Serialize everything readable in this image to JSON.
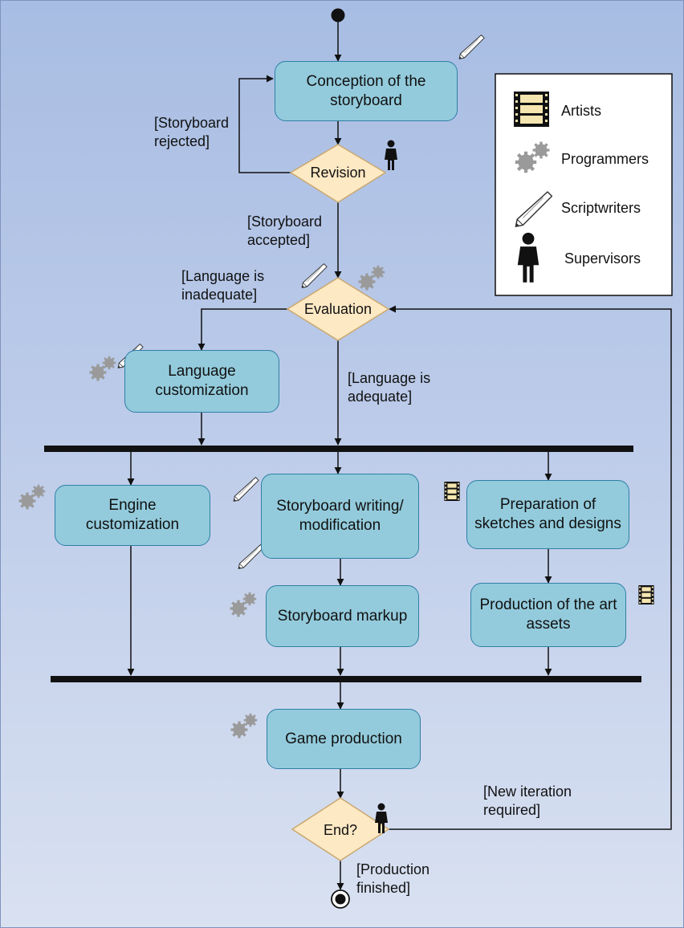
{
  "activities": {
    "conception": "Conception of the storyboard",
    "language_customization": "Language customization",
    "engine_customization": "Engine customization",
    "storyboard_writing": "Storyboard writing/ modification",
    "preparation_sketches": "Preparation of sketches and designs",
    "storyboard_markup": "Storyboard markup",
    "production_art": "Production of the art assets",
    "game_production": "Game production"
  },
  "decisions": {
    "revision": "Revision",
    "evaluation": "Evaluation",
    "end": "End?"
  },
  "guards": {
    "storyboard_rejected": "[Storyboard\nrejected]",
    "storyboard_accepted": "[Storyboard\naccepted]",
    "language_inadequate": "[Language is\ninadequate]",
    "language_adequate": "[Language is\nadequate]",
    "new_iteration": "[New iteration\nrequired]",
    "production_finished": "[Production\nfinished]"
  },
  "legend": {
    "artists": "Artists",
    "programmers": "Programmers",
    "scriptwriters": "Scriptwriters",
    "supervisors": "Supervisors"
  },
  "colors": {
    "activity_fill": "#93cbdc",
    "activity_border": "#2f7fa6",
    "decision_fill": "#fde9c4",
    "background": "#b5c6e6"
  }
}
